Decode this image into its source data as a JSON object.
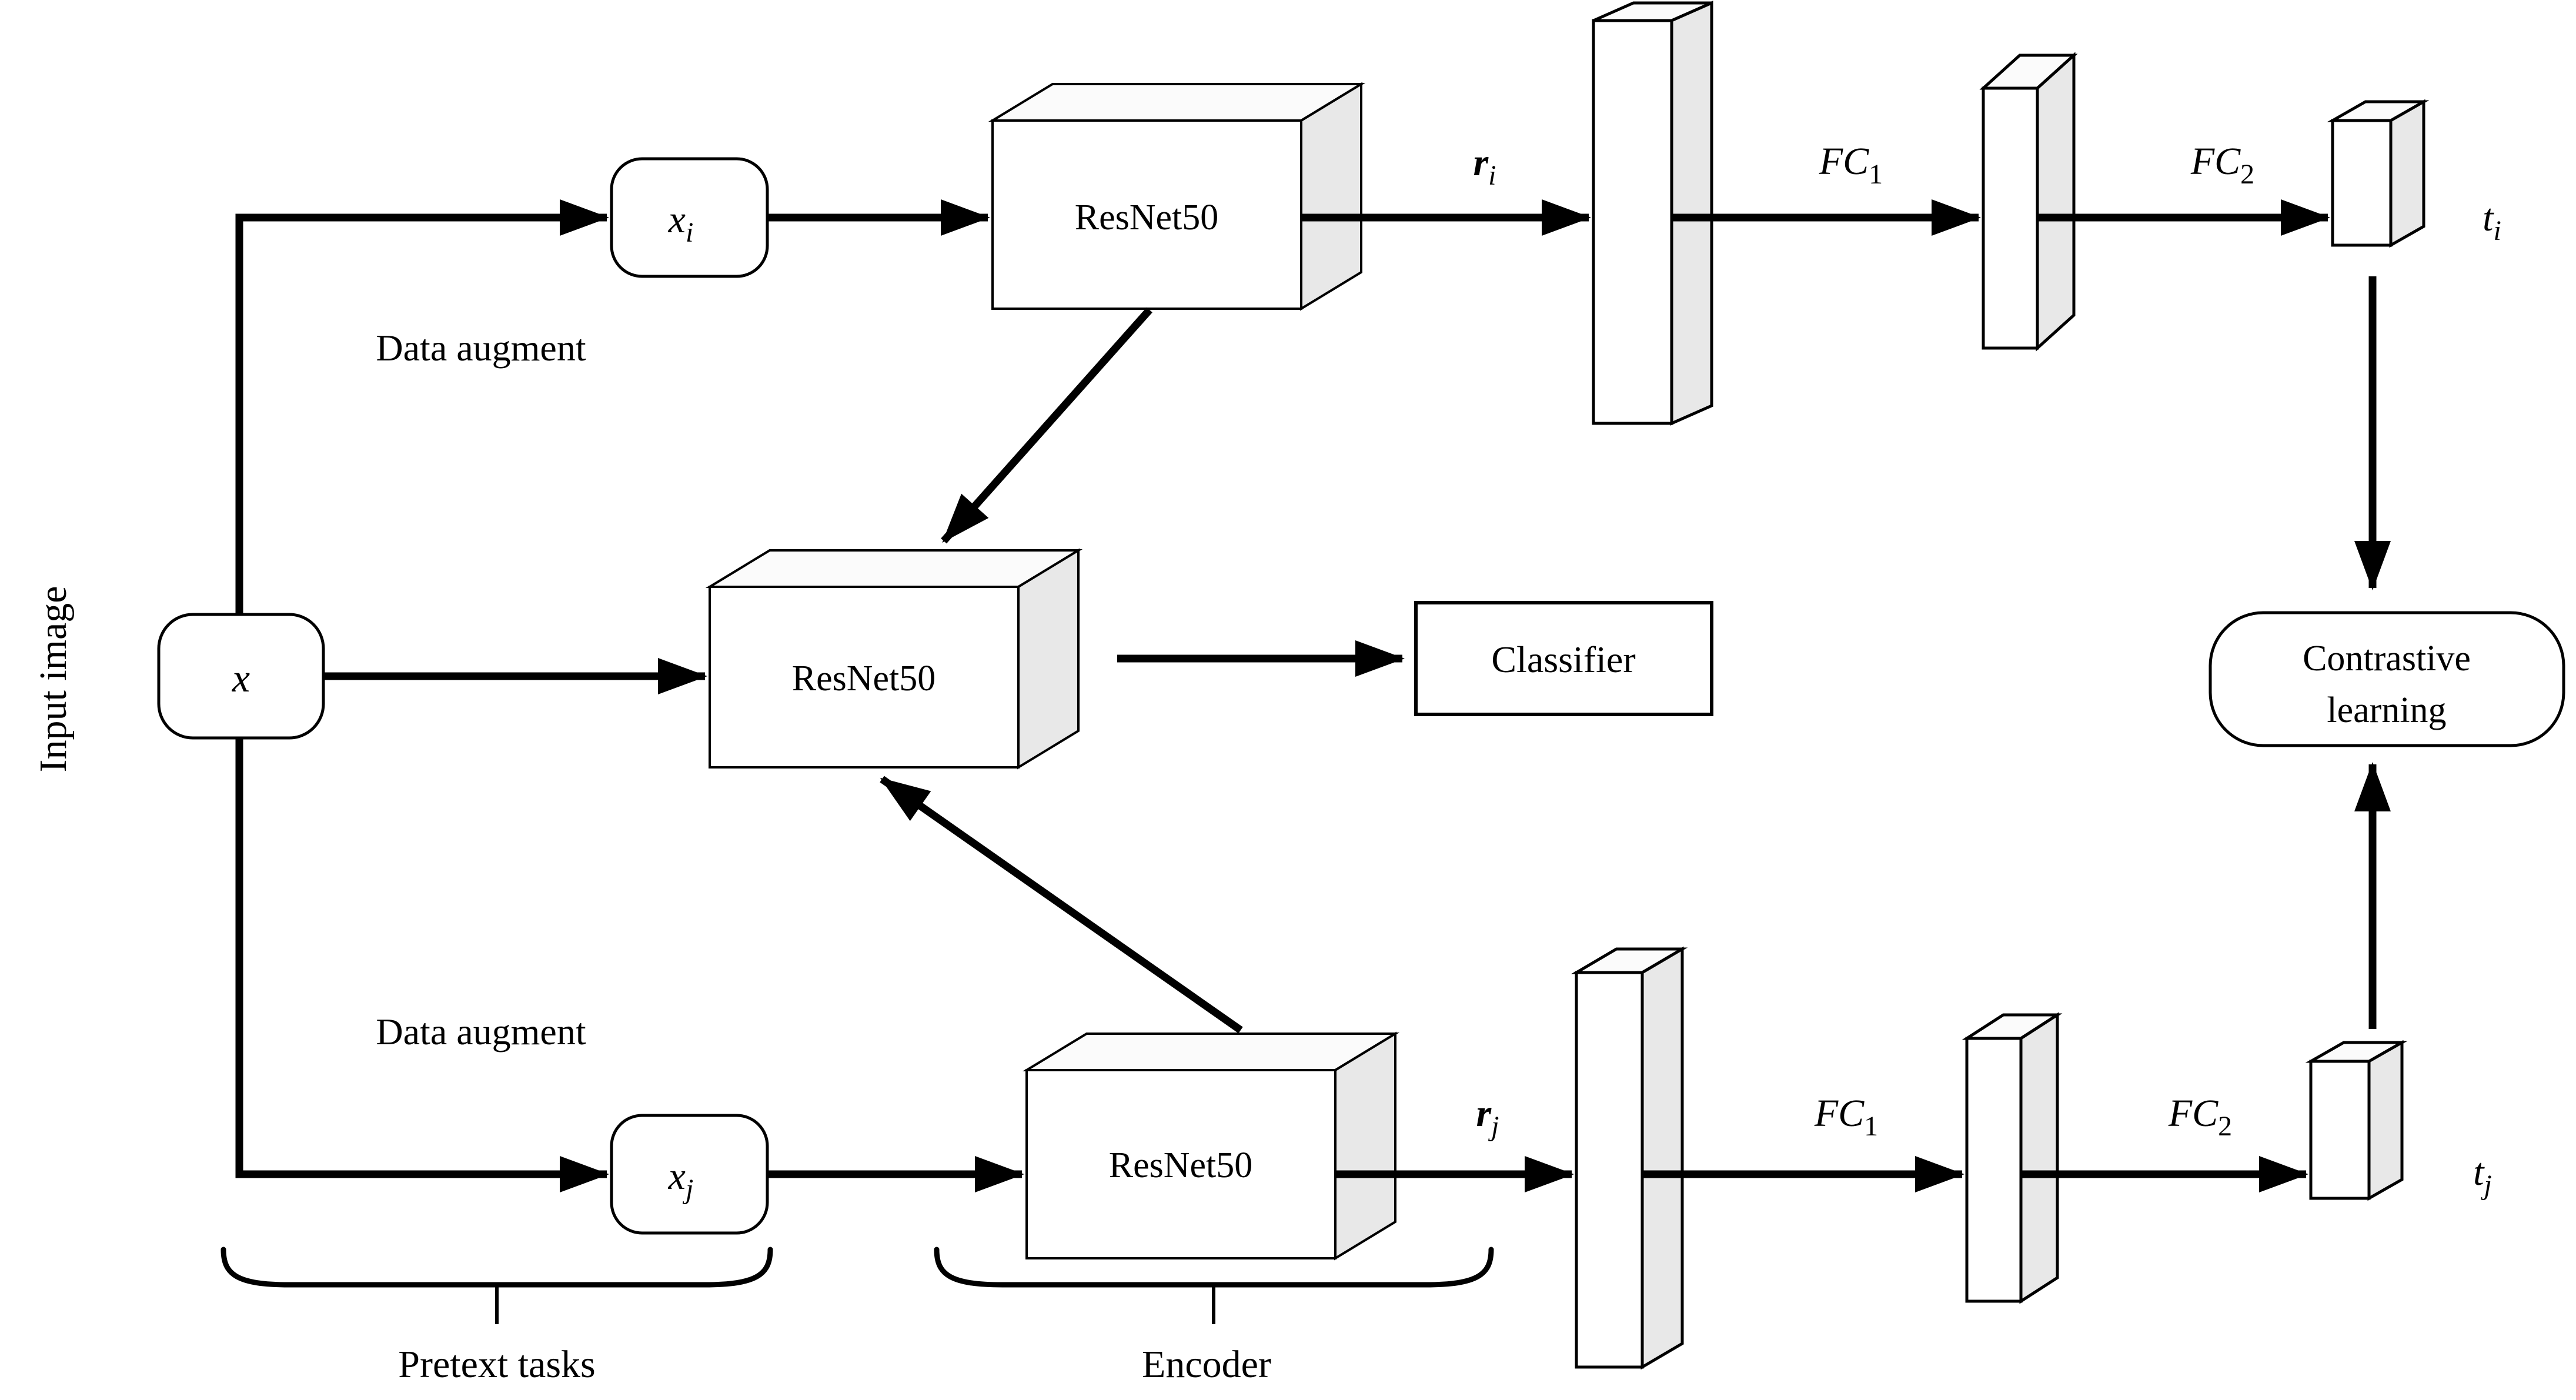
{
  "colors": {
    "background": "#ffffff",
    "line": "#000000",
    "box_front": "#ffffff",
    "box_top": "#fbfbfb",
    "box_side": "#e8e8e8"
  },
  "nodes": {
    "input_image_label": "Input image",
    "x": {
      "main": "x"
    },
    "x_i": {
      "main": "x",
      "sub": "i"
    },
    "x_j": {
      "main": "x",
      "sub": "j"
    },
    "resnet_top": "ResNet50",
    "resnet_middle": "ResNet50",
    "resnet_bottom": "ResNet50",
    "classifier": "Classifier",
    "contrastive_learning": {
      "line1": "Contrastive",
      "line2": "learning"
    }
  },
  "edge_labels": {
    "r_i": {
      "main": "r",
      "sub": "i"
    },
    "r_j": {
      "main": "r",
      "sub": "j"
    },
    "fc1_top": {
      "main": "FC",
      "sub": "1"
    },
    "fc2_top": {
      "main": "FC",
      "sub": "2"
    },
    "fc1_bottom": {
      "main": "FC",
      "sub": "1"
    },
    "fc2_bottom": {
      "main": "FC",
      "sub": "2"
    },
    "t_i": {
      "main": "t",
      "sub": "i"
    },
    "t_j": {
      "main": "t",
      "sub": "j"
    }
  },
  "annotations": {
    "data_augment_top": "Data augment",
    "data_augment_bottom": "Data augment",
    "pretext_tasks": "Pretext tasks",
    "encoder": "Encoder"
  }
}
